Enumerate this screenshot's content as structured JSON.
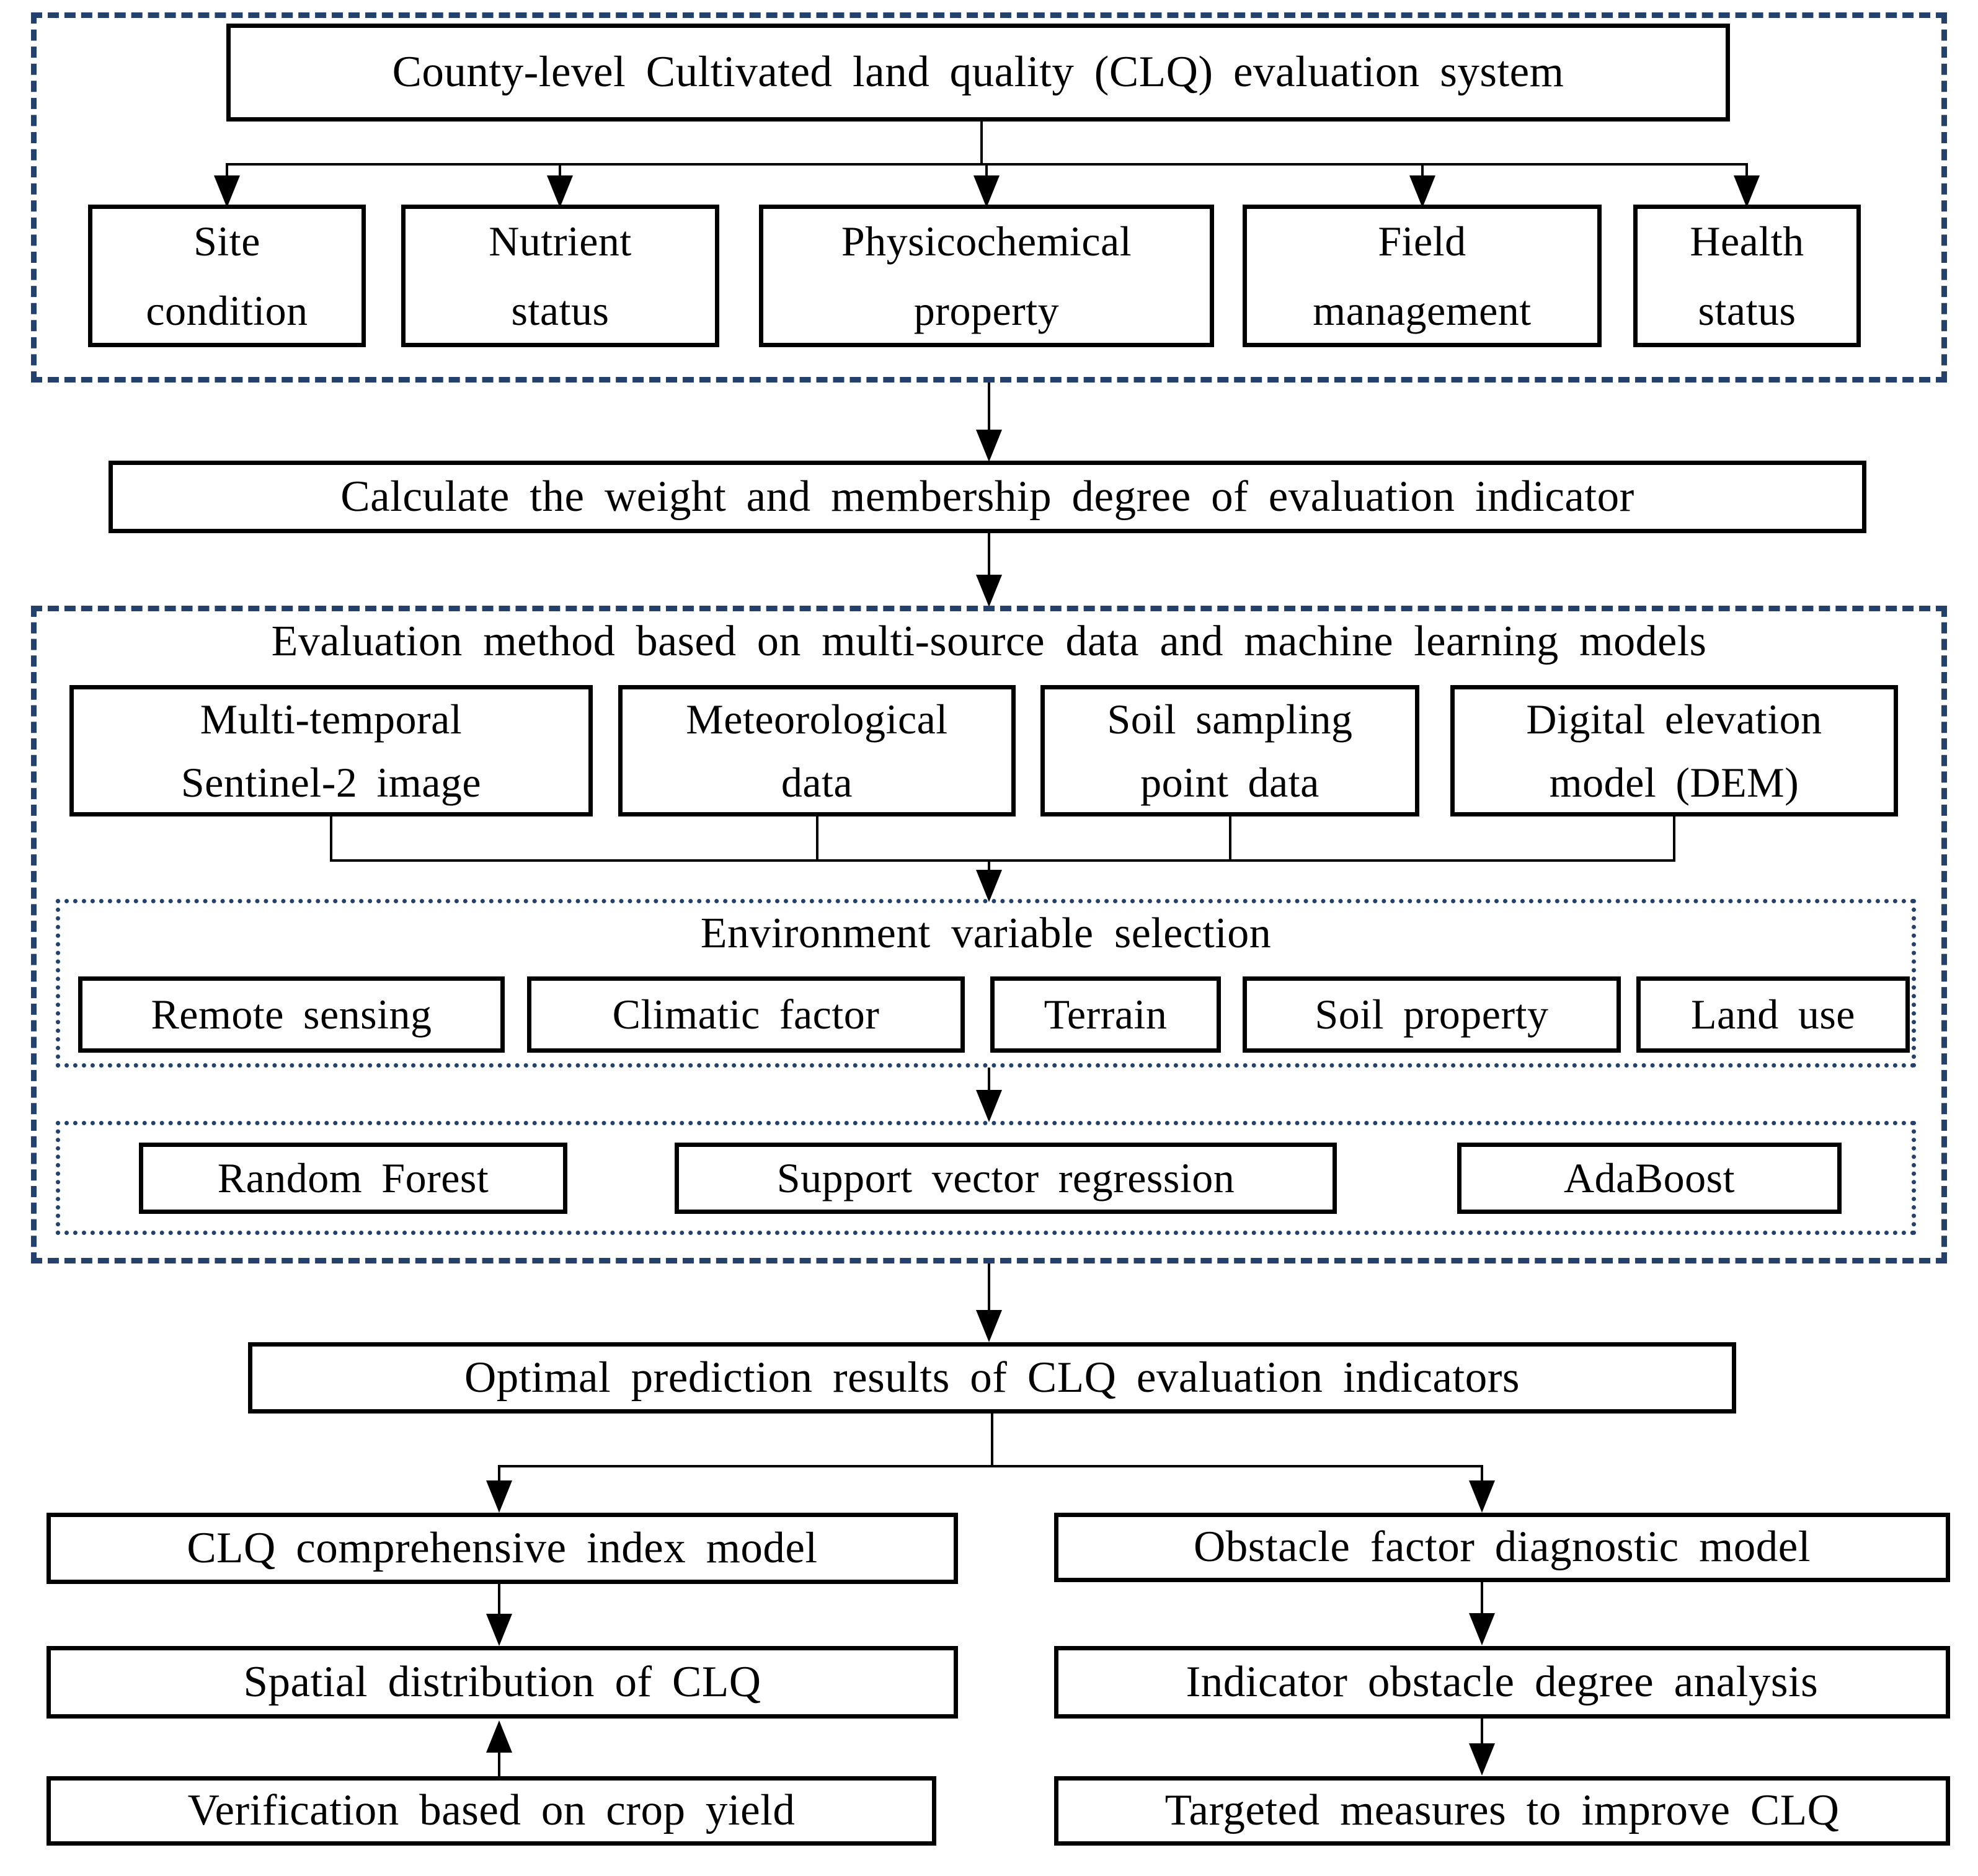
{
  "colors": {
    "accent": "#24416b",
    "line": "#000000"
  },
  "evaluation_system": {
    "title": "County-level Cultivated land quality (CLQ) evaluation system",
    "categories": [
      "Site\ncondition",
      "Nutrient\nstatus",
      "Physicochemical\nproperty",
      "Field\nmanagement",
      "Health\nstatus"
    ]
  },
  "calculate": {
    "label": "Calculate the weight and membership degree of evaluation indicator"
  },
  "method": {
    "heading": "Evaluation method based on multi-source data and machine learning models",
    "data_sources": [
      "Multi-temporal\nSentinel-2 image",
      "Meteorological\ndata",
      "Soil sampling\npoint data",
      "Digital elevation\nmodel (DEM)"
    ],
    "environment": {
      "title": "Environment variable selection",
      "variables": [
        "Remote sensing",
        "Climatic factor",
        "Terrain",
        "Soil property",
        "Land use"
      ]
    },
    "models": [
      "Random Forest",
      "Support vector regression",
      "AdaBoost"
    ]
  },
  "optimal": {
    "label": "Optimal prediction results of CLQ evaluation indicators"
  },
  "left_branch": {
    "steps": [
      "CLQ comprehensive index model",
      "Spatial distribution of CLQ",
      "Verification based on crop yield"
    ]
  },
  "right_branch": {
    "steps": [
      "Obstacle factor diagnostic model",
      "Indicator obstacle degree analysis",
      "Targeted measures to improve CLQ"
    ]
  }
}
